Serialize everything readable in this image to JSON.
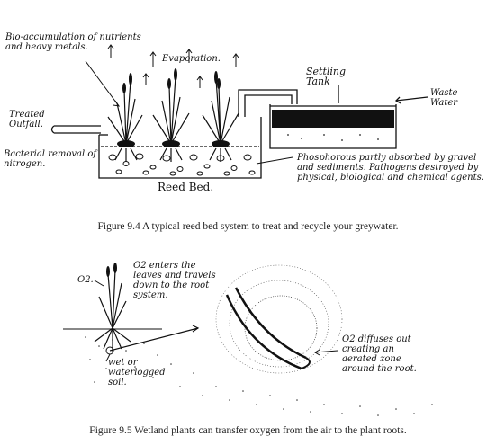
{
  "figure_1": {
    "labels": {
      "bio_accumulation": "Bio-accumulation of nutrients and heavy metals.",
      "evaporation": "Evaporation.",
      "settling_tank": "Settling Tank",
      "waste_water": "Waste Water",
      "treated_outfall": "Treated Outfall.",
      "bacterial_removal": "Bacterial removal of nitrogen.",
      "reed_bed": "Reed Bed.",
      "phosphorous_note": "Phosphorous partly absorbed by gravel and sediments. Pathogens destroyed by physical, biological and chemical agents."
    },
    "caption": "Figure 9.4  A typical reed bed system to treat and recycle your greywater."
  },
  "figure_2": {
    "labels": {
      "o2_small": "O2.",
      "o2_enters": "O2 enters the leaves and travels down to the root system.",
      "wet_soil": "wet or waterlogged soil.",
      "o2_diffuses": "O2 diffuses out creating an aerated zone around the root."
    },
    "caption": "Figure 9.5  Wetland plants can transfer oxygen from the air to the plant roots."
  }
}
